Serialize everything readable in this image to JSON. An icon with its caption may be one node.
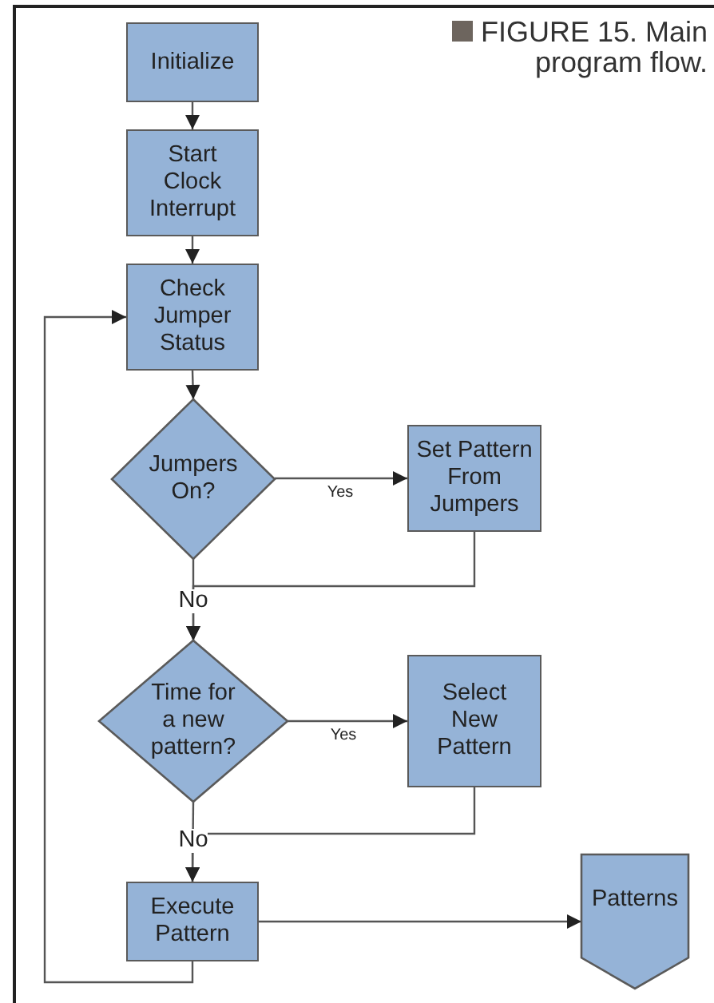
{
  "diagram": {
    "title": "FIGURE 15. Main program flow.",
    "nodes": [
      {
        "text": [
          "Initialize"
        ]
      },
      {
        "text": [
          "Start Clock Interrupt"
        ]
      },
      {
        "text": [
          "Check Jumper Status"
        ]
      },
      {
        "text": [
          "Jumpers On?"
        ]
      },
      {
        "text": [
          "Set Pattern From Jumpers"
        ]
      },
      {
        "text": [
          "Time for a new pattern?"
        ]
      },
      {
        "text": [
          "Select New Pattern"
        ]
      },
      {
        "text": [
          "Execute Pattern"
        ]
      },
      {
        "text": [
          "Patterns"
        ]
      }
    ],
    "edges": [
      {
        "from": 0,
        "to": 1,
        "arrow": "to"
      },
      {
        "from": 1,
        "to": 2,
        "arrow": "to"
      },
      {
        "from": 2,
        "to": 3,
        "arrow": "to"
      },
      {
        "from": 3,
        "to": 4,
        "arrow": "to",
        "label": "Yes"
      },
      {
        "from": 3,
        "to": 5,
        "arrow": "to",
        "label": "No"
      },
      {
        "from": 4,
        "to": 5,
        "arrow": "to"
      },
      {
        "from": 5,
        "to": 6,
        "arrow": "to",
        "label": "Yes"
      },
      {
        "from": 5,
        "to": 7,
        "arrow": "to",
        "label": "No"
      },
      {
        "from": 6,
        "to": 7,
        "arrow": "to"
      },
      {
        "from": 7,
        "to": 8,
        "arrow": "to"
      },
      {
        "from": 7,
        "to": 2,
        "arrow": "to"
      }
    ]
  }
}
